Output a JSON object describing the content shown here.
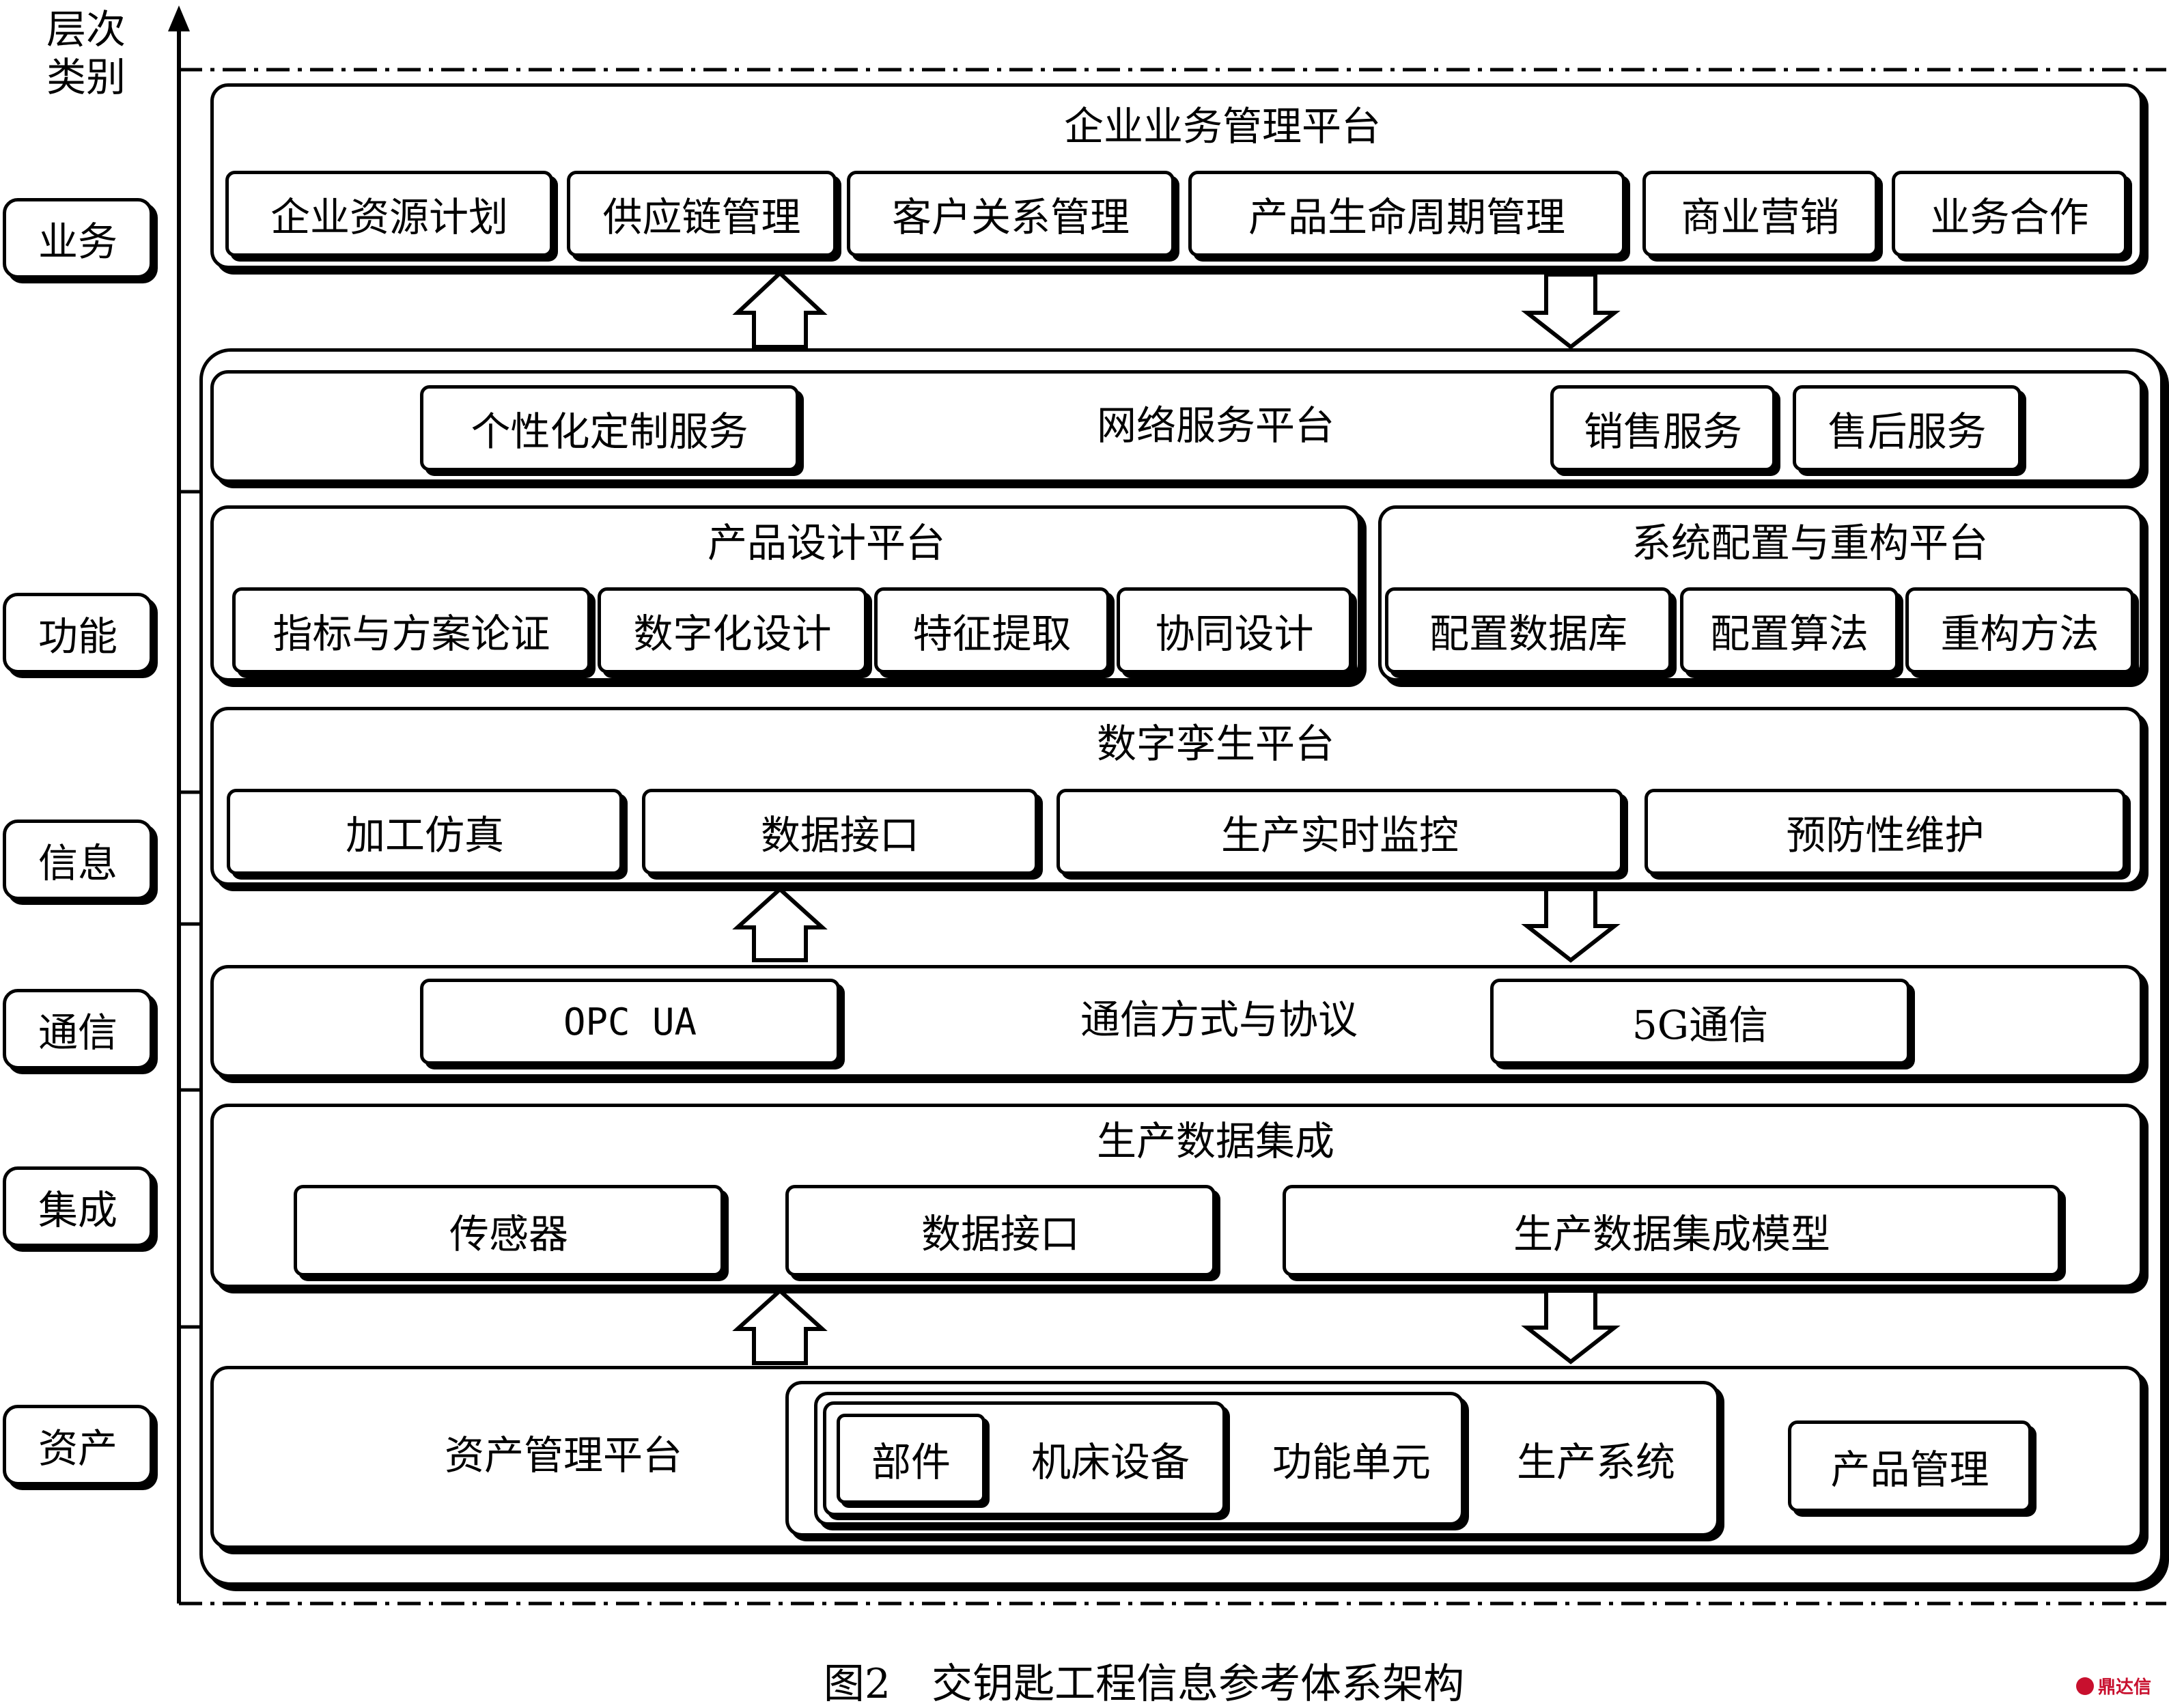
{
  "axis_title": [
    "层次",
    "类别"
  ],
  "layers": [
    "业务",
    "功能",
    "信息",
    "通信",
    "集成",
    "资产"
  ],
  "business": {
    "title": "企业业务管理平台",
    "items": [
      "企业资源计划",
      "供应链管理",
      "客户关系管理",
      "产品生命周期管理",
      "商业营销",
      "业务合作"
    ]
  },
  "network": {
    "title": "网络服务平台",
    "left_item": "个性化定制服务",
    "right_items": [
      "销售服务",
      "售后服务"
    ]
  },
  "design": {
    "title": "产品设计平台",
    "items": [
      "指标与方案论证",
      "数字化设计",
      "特征提取",
      "协同设计"
    ]
  },
  "config": {
    "title": "系统配置与重构平台",
    "items": [
      "配置数据库",
      "配置算法",
      "重构方法"
    ]
  },
  "twin": {
    "title": "数字孪生平台",
    "items": [
      "加工仿真",
      "数据接口",
      "生产实时监控",
      "预防性维护"
    ]
  },
  "comm": {
    "title": "通信方式与协议",
    "left_item": "OPC UA",
    "right_item": "5G通信"
  },
  "integration": {
    "title": "生产数据集成",
    "items": [
      "传感器",
      "数据接口",
      "生产数据集成模型"
    ]
  },
  "asset": {
    "title": "资产管理平台",
    "nested": [
      "部件",
      "机床设备",
      "功能单元",
      "生产系统"
    ],
    "product": "产品管理"
  },
  "caption": "图2　交钥匙工程信息参考体系架构",
  "watermark": "鼎达信"
}
